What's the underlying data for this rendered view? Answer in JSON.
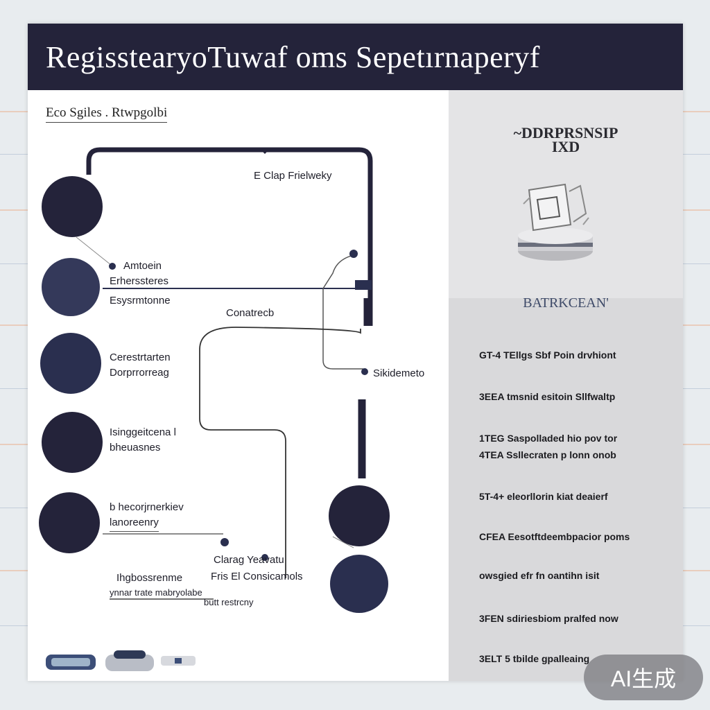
{
  "header": {
    "title": "RegisstearyoTuwaf oms Sepetırnaperyf"
  },
  "subtitle": "Eco Sgiles . Rtwpgolbi",
  "diagram": {
    "top_label": "E Clap Frielweky",
    "connector_label": "Conatrecb",
    "right_label": "Sikidemeto",
    "nodes": [
      {
        "line1": "",
        "line2": ""
      },
      {
        "line1": "Amtoein",
        "line2": "Erherssteres",
        "line3": "Esysrmtonne"
      },
      {
        "line1": "Cerestrtarten",
        "line2": "Dorprrorreag"
      },
      {
        "line1": "Isinggeitcena l",
        "line2": "bheuasnes"
      },
      {
        "line1": "b hecorjrnerkiev",
        "line2": "lanoreenry"
      }
    ],
    "bottom_left": {
      "line1": "Ihgbossrenme",
      "line2": "ynnar trate mabryolabe"
    },
    "bottom_mid": {
      "line1": "Clarag Yeavatu",
      "line2": "Fris El Consicamols",
      "line3": "butt restrcny"
    }
  },
  "sidebar": {
    "logo_line1": "~DDRPRSNSIP",
    "logo_line2": "IXD",
    "brand": "BATRKCEAN'",
    "items": [
      "GT-4 TEllgs Sbf Poin drvhiont",
      "3EEA tmsnid esitoin Sllfwaltp",
      "1TEG Saspolladed hio pov tor",
      "4TEA Ssllecraten p lonn onob",
      "5T-4+ eleorllorin kiat deaierf",
      "CFEA Eesotftdeembpacior poms",
      "owsgied efr fn oantihn isit",
      "3FEN sdiriesbiom pralfed now",
      "3ELT 5 tbilde gpalleaing"
    ]
  },
  "badge": "AI生成",
  "colors": {
    "navy": "#24233a",
    "node": "#2a2f4f",
    "accent": "#e9b593"
  }
}
